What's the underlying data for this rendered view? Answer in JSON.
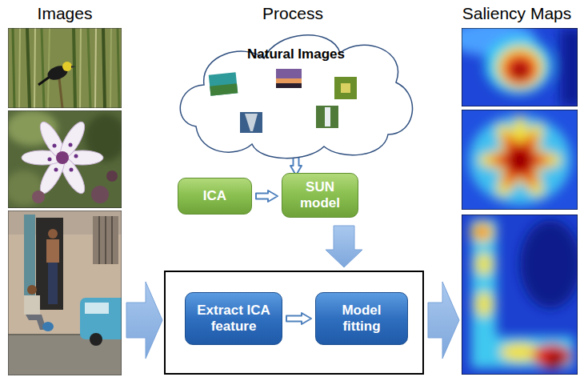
{
  "diagram": {
    "nodes": [
      {
        "text": [
          "Natural Images"
        ]
      },
      {
        "text": [
          "ICA"
        ]
      },
      {
        "text": [
          "SUN model"
        ]
      },
      {
        "text": []
      },
      {
        "text": [
          "Extract ICA feature"
        ],
        "in": 3
      },
      {
        "text": [
          "Model fitting"
        ],
        "in": 3
      }
    ],
    "edges": [
      {
        "from": 0,
        "to": 1,
        "arrow": "to"
      },
      {
        "from": 1,
        "to": 2,
        "arrow": "to"
      },
      {
        "from": 2,
        "to": 3,
        "arrow": "to"
      },
      {
        "from": 4,
        "to": 5,
        "arrow": "to"
      }
    ],
    "labels": [
      "Images",
      "Process",
      "Saliency Maps"
    ]
  }
}
